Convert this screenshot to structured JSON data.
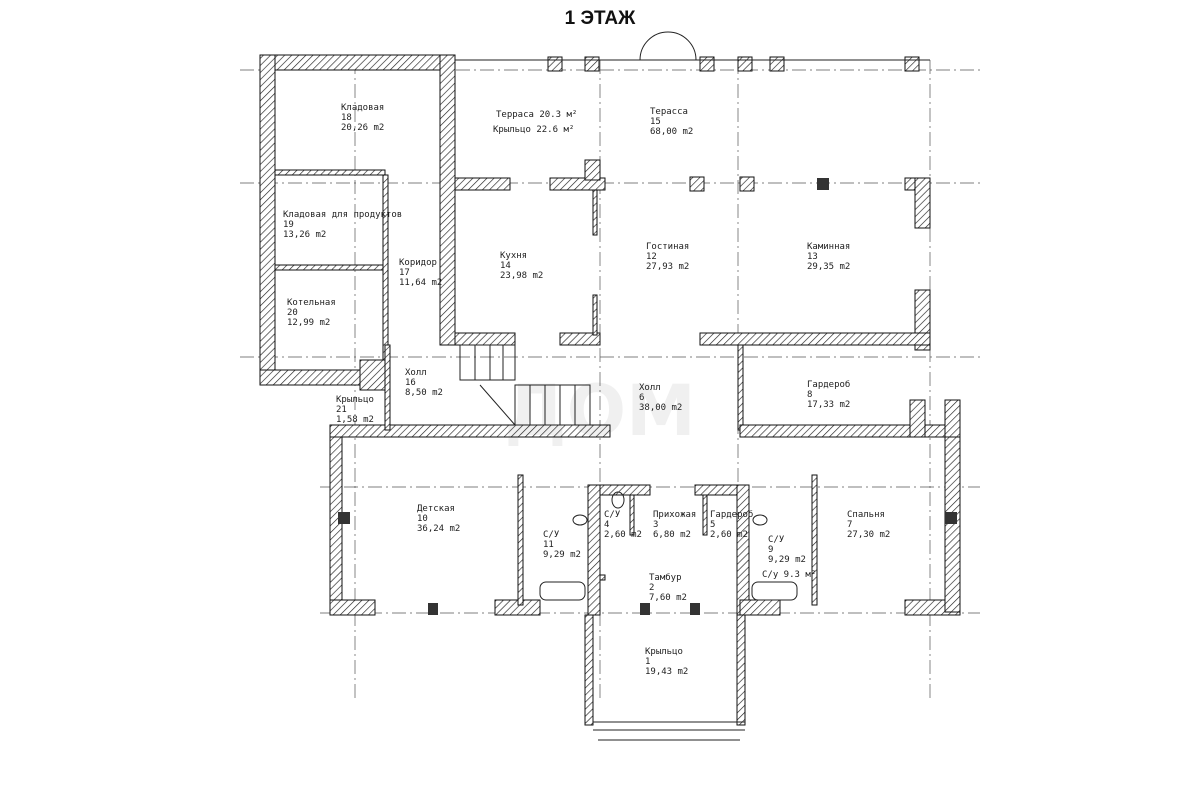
{
  "title": "1 ЭТАЖ",
  "rooms": [
    {
      "name": "Кладовая",
      "number": "18",
      "area": "20,26 m2"
    },
    {
      "name": "Кладовая для продуктов",
      "number": "19",
      "area": "13,26 m2"
    },
    {
      "name": "Котельная",
      "number": "20",
      "area": "12,99 m2"
    },
    {
      "name": "Коридор",
      "number": "17",
      "area": "11,64 m2"
    },
    {
      "name": "Терасса",
      "number": "15",
      "area": "68,00 m2"
    },
    {
      "name": "Кухня",
      "number": "14",
      "area": "23,98 m2"
    },
    {
      "name": "Гостиная",
      "number": "12",
      "area": "27,93 m2"
    },
    {
      "name": "Каминная",
      "number": "13",
      "area": "29,35 m2"
    },
    {
      "name": "Холл",
      "number": "16",
      "area": "8,50 m2"
    },
    {
      "name": "Крыльцо",
      "number": "21",
      "area": "1,58 m2"
    },
    {
      "name": "Холл",
      "number": "6",
      "area": "38,00 m2"
    },
    {
      "name": "Гардероб",
      "number": "8",
      "area": "17,33 m2"
    },
    {
      "name": "Детская",
      "number": "10",
      "area": "36,24 m2"
    },
    {
      "name": "С/У",
      "number": "11",
      "area": "9,29 m2"
    },
    {
      "name": "С/У",
      "number": "4",
      "area": "2,60 m2"
    },
    {
      "name": "Прихожая",
      "number": "3",
      "area": "6,80 m2"
    },
    {
      "name": "Гардероб",
      "number": "5",
      "area": "2,60 m2"
    },
    {
      "name": "С/У",
      "number": "9",
      "area": "9,29 m2"
    },
    {
      "name": "Спальня",
      "number": "7",
      "area": "27,30 m2"
    },
    {
      "name": "Тамбур",
      "number": "2",
      "area": "7,60 m2"
    },
    {
      "name": "Крыльцо",
      "number": "1",
      "area": "19,43 m2"
    }
  ],
  "notes": {
    "terrace": "Терраса  20.3 м²",
    "porch": "Крыльцо  22.6 м²",
    "bath": "С/у  9.3 м²"
  }
}
